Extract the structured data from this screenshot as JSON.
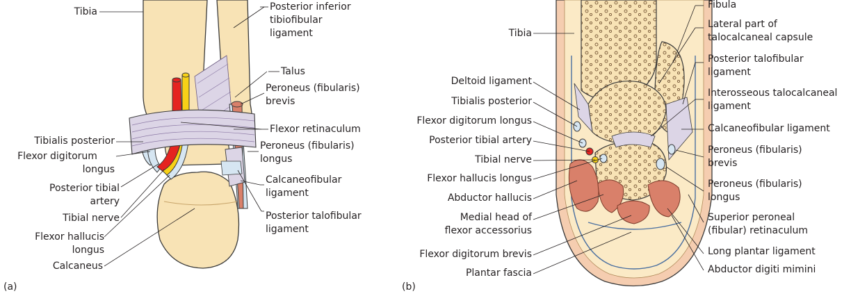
{
  "panel_a": {
    "tag": "(a)",
    "labels": {
      "tibia": "Tibia",
      "posterior_inferior_tibiofibular": [
        "Posterior inferior",
        "tibiofibular",
        "ligament"
      ],
      "talus": "Talus",
      "peroneus_brevis": [
        "Peroneus (fibularis)",
        "brevis"
      ],
      "flexor_retinaculum": "Flexor retinaculum",
      "peroneus_longus": [
        "Peroneus (fibularis)",
        "longus"
      ],
      "calcaneofibular": [
        "Calcaneofibular",
        "ligament"
      ],
      "posterior_talofibular": [
        "Posterior talofibular",
        "ligament"
      ],
      "tibialis_posterior": "Tibialis posterior",
      "flexor_digitorum_longus": [
        "Flexor digitorum",
        "longus"
      ],
      "posterior_tibial_artery": [
        "Posterior tibial",
        "artery"
      ],
      "tibial_nerve": "Tibial nerve",
      "flexor_hallucis_longus": [
        "Flexor hallucis",
        "longus"
      ],
      "calcaneus": "Calcaneus"
    }
  },
  "panel_b": {
    "tag": "(b)",
    "labels": {
      "tibia": "Tibia",
      "deltoid": "Deltoid ligament",
      "tibialis_posterior": "Tibialis posterior",
      "flexor_digitorum_longus": "Flexor digitorum longus",
      "posterior_tibial_artery": "Posterior tibial artery",
      "tibial_nerve": "Tibial nerve",
      "flexor_hallucis_longus": "Flexor hallucis longus",
      "abductor_hallucis": "Abductor hallucis",
      "medial_head": [
        "Medial head of",
        "flexor accessorius"
      ],
      "flexor_digitorum_brevis": "Flexor digitorum brevis",
      "plantar_fascia": "Plantar fascia",
      "fibula": "Fibula",
      "lateral_talocalcaneal": [
        "Lateral part of",
        "talocalcaneal capsule"
      ],
      "posterior_talofibular": [
        "Posterior talofibular",
        "ligament"
      ],
      "interosseous": [
        "Interosseous talocalcaneal",
        "ligament"
      ],
      "calcaneofibular": "Calcaneofibular ligament",
      "peroneus_brevis": [
        "Peroneus (fibularis)",
        "brevis"
      ],
      "peroneus_longus": [
        "Peroneus (fibularis)",
        "longus"
      ],
      "superior_peroneal": [
        "Superior peroneal",
        "(fibular) retinaculum"
      ],
      "long_plantar": "Long plantar ligament",
      "abductor_digiti_minimi": "Abductor digiti mimini"
    }
  },
  "colors": {
    "bone": "#f8e3b5",
    "bone_edge": "#e8c98a",
    "band": "#dcd5e6",
    "tendon": "#d6e6f2",
    "artery": "#e52420",
    "nerve": "#f7d117",
    "muscle": "#d9806a",
    "skin": "#f5cdb0",
    "fat": "#fbeac6"
  }
}
